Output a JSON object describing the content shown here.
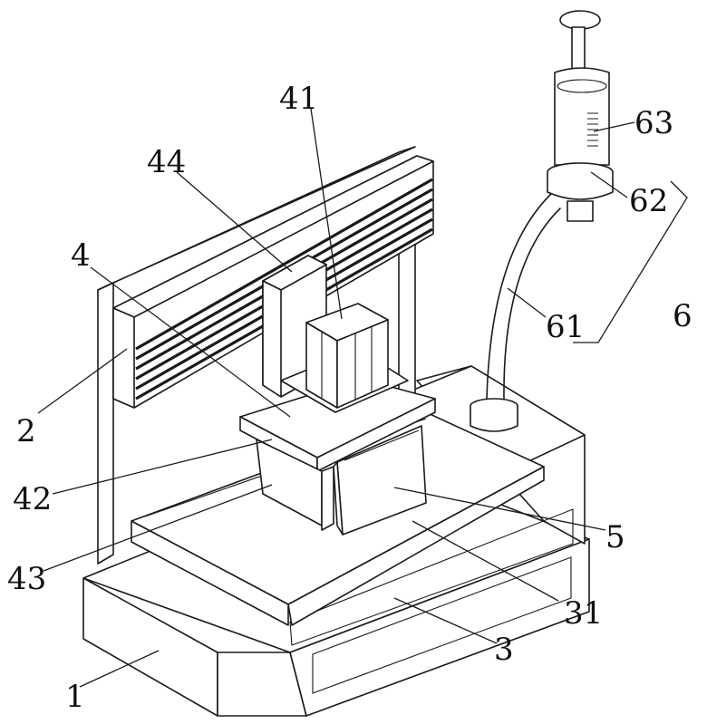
{
  "labels": {
    "l1": "1",
    "l2": "2",
    "l3": "3",
    "l31": "31",
    "l4": "4",
    "l41": "41",
    "l42": "42",
    "l43": "43",
    "l44": "44",
    "l5": "5",
    "l6": "6",
    "l61": "61",
    "l62": "62",
    "l63": "63"
  }
}
